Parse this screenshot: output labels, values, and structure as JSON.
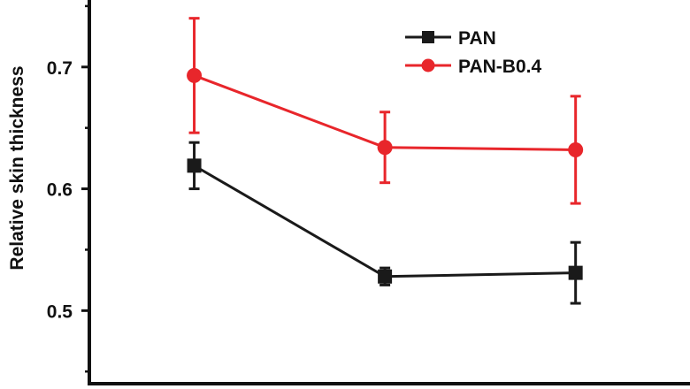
{
  "chart_data": {
    "type": "line",
    "ylabel": "Relative skin thickness",
    "xlabel": "",
    "ylim": [
      0.44,
      0.755
    ],
    "x": [
      1,
      2,
      3
    ],
    "xlim": [
      0.45,
      3.6
    ],
    "yticks": [
      0.5,
      0.6,
      0.7
    ],
    "ytick_labels": [
      "0.5",
      "0.6",
      "0.7"
    ],
    "grid": false,
    "legend_position": "top-right",
    "series": [
      {
        "name": "PAN",
        "color": "#1a1a1a",
        "marker": "square",
        "values": [
          0.619,
          0.528,
          0.531
        ],
        "errors": [
          0.019,
          0.007,
          0.025
        ]
      },
      {
        "name": "PAN-B0.4",
        "color": "#e8262b",
        "marker": "circle",
        "values": [
          0.693,
          0.634,
          0.632
        ],
        "errors": [
          0.047,
          0.029,
          0.044
        ]
      }
    ]
  }
}
